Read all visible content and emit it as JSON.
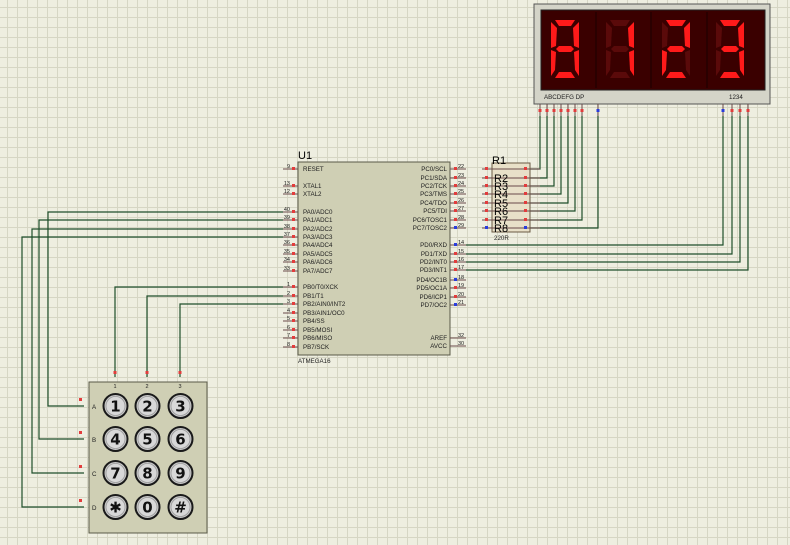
{
  "mcu": {
    "ref": "U1",
    "part": "ATMEGA16",
    "left_pins": [
      {
        "num": "9",
        "name": "RESET"
      },
      {
        "num": "13",
        "name": "XTAL1"
      },
      {
        "num": "12",
        "name": "XTAL2"
      },
      {
        "num": "40",
        "name": "PA0/ADC0"
      },
      {
        "num": "39",
        "name": "PA1/ADC1"
      },
      {
        "num": "38",
        "name": "PA2/ADC2"
      },
      {
        "num": "37",
        "name": "PA3/ADC3"
      },
      {
        "num": "36",
        "name": "PA4/ADC4"
      },
      {
        "num": "35",
        "name": "PA5/ADC5"
      },
      {
        "num": "34",
        "name": "PA6/ADC6"
      },
      {
        "num": "33",
        "name": "PA7/ADC7"
      },
      {
        "num": "1",
        "name": "PB0/T0/XCK"
      },
      {
        "num": "2",
        "name": "PB1/T1"
      },
      {
        "num": "3",
        "name": "PB2/AIN0/INT2"
      },
      {
        "num": "4",
        "name": "PB3/AIN1/OC0"
      },
      {
        "num": "5",
        "name": "PB4/SS"
      },
      {
        "num": "6",
        "name": "PB5/MOSI"
      },
      {
        "num": "7",
        "name": "PB6/MISO"
      },
      {
        "num": "8",
        "name": "PB7/SCK"
      }
    ],
    "right_pins": [
      {
        "num": "22",
        "name": "PC0/SCL"
      },
      {
        "num": "23",
        "name": "PC1/SDA"
      },
      {
        "num": "24",
        "name": "PC2/TCK"
      },
      {
        "num": "25",
        "name": "PC3/TMS"
      },
      {
        "num": "26",
        "name": "PC4/TDO"
      },
      {
        "num": "27",
        "name": "PC5/TDI"
      },
      {
        "num": "28",
        "name": "PC6/TOSC1"
      },
      {
        "num": "29",
        "name": "PC7/TOSC2"
      },
      {
        "num": "14",
        "name": "PD0/RXD"
      },
      {
        "num": "15",
        "name": "PD1/TXD"
      },
      {
        "num": "16",
        "name": "PD2/INT0"
      },
      {
        "num": "17",
        "name": "PD3/INT1"
      },
      {
        "num": "18",
        "name": "PD4/OC1B"
      },
      {
        "num": "19",
        "name": "PD5/OC1A"
      },
      {
        "num": "20",
        "name": "PD6/ICP1"
      },
      {
        "num": "21",
        "name": "PD7/OC2"
      },
      {
        "num": "32",
        "name": "AREF"
      },
      {
        "num": "30",
        "name": "AVCC"
      }
    ]
  },
  "resistors": {
    "refs": [
      "R1",
      "R2",
      "R3",
      "R4",
      "R5",
      "R6",
      "R7",
      "R8"
    ],
    "value": "220R"
  },
  "display": {
    "digits": [
      "8",
      "1",
      "2",
      "3"
    ],
    "segment_labels": "ABCDEFG  DP",
    "digit_labels": "1234",
    "segment_color": "#ff1a1a",
    "background_color": "#3a0000"
  },
  "keypad": {
    "column_labels": [
      "1",
      "2",
      "3"
    ],
    "row_labels": [
      "A",
      "B",
      "C",
      "D"
    ],
    "keys": [
      "1",
      "2",
      "3",
      "4",
      "5",
      "6",
      "7",
      "8",
      "9",
      "✱",
      "0",
      "#"
    ]
  }
}
